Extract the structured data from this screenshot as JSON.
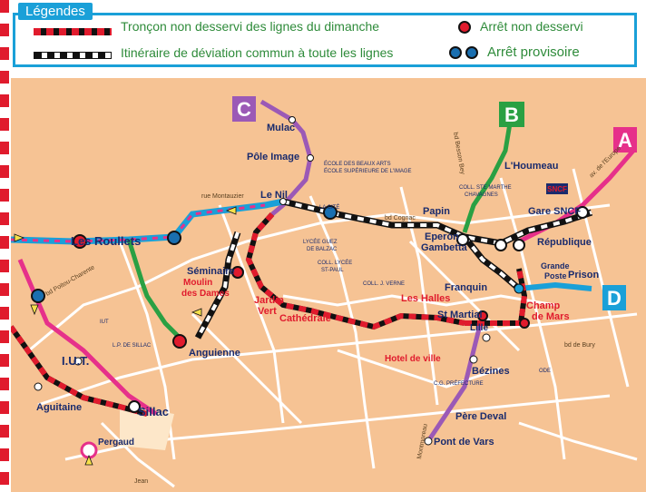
{
  "legend": {
    "title": "Légendes",
    "non_served_section": "Tronçon non desservi des lignes du dimanche",
    "detour": "Itinéraire de déviation commun à toute les lignes",
    "stop_not_served": "Arrêt non desservi",
    "temp_stop": "Arrêt provisoire"
  },
  "lines": [
    {
      "id": "A",
      "color": "#e6308a"
    },
    {
      "id": "B",
      "color": "#2aa043"
    },
    {
      "id": "C",
      "color": "#9b59b6"
    },
    {
      "id": "D",
      "color": "#1aa0d8"
    }
  ],
  "stops": {
    "mulac": "Mulac",
    "pole_image": "Pôle Image",
    "le_nil": "Le Nil",
    "papin": "Papin",
    "houmeau": "L'Houmeau",
    "gare_sncf": "Gare SNCF",
    "roullets": "Les Roullets",
    "seminaire": "Séminaire",
    "moulin": "Moulin",
    "des_dames": "des Dames",
    "jardin": "Jardin",
    "vert": "Vert",
    "cathedrale": "Cathédrale",
    "halles": "Les Halles",
    "hotel_ville": "Hotel de ville",
    "franquin": "Franquin",
    "eperon": "Eperon",
    "gambetta": "Gambetta",
    "republique": "République",
    "prison": "Prison",
    "grande": "Grande",
    "poste": "Poste",
    "champ": "Champ",
    "de_mars": "de Mars",
    "st_martial": "St Martial",
    "lille": "Lille",
    "bezines": "Bézines",
    "pere_deval": "Père Deval",
    "pont_vars": "Pont de Vars",
    "iut": "I.U.T.",
    "aguitaine": "Aguitaine",
    "sillac": "Sillac",
    "pergaud": "Pergaud",
    "anguienne": "Anguienne"
  },
  "places": {
    "beaux_arts": "ÉCOLE DES BEAUX ARTS",
    "ecole_image": "ÉCOLE SUPÉRIEURE DE L'IMAGE",
    "la_cite": "LA CITÉ",
    "lycee_guez": "LYCÉE GUEZ",
    "de_balzac": "DE BALZAC",
    "coll_lycee": "COLL. LYCÉE",
    "st_paul": "ST-PAUL",
    "coll_verne": "COLL. J. VERNE",
    "coll_ste_marthe": "COLL. STE MARTHE",
    "chavagnes": "CHAVAGNES",
    "sncf": "SNCF",
    "prefecture": "C.G. PRÉFECTURE",
    "iut_small": "IUT",
    "lp_sillac": "L.P. DE SILLAC",
    "ode": "ODE"
  },
  "streets": {
    "montauzier": "rue Montauzier",
    "poitou": "bd Poitou-Charente",
    "cognac": "bd Cognac",
    "besson": "bd Besson Bey",
    "bury": "bd de Bury",
    "jean": "Jean",
    "vars": "Montmoreau",
    "europe": "av. de l'Europe"
  }
}
